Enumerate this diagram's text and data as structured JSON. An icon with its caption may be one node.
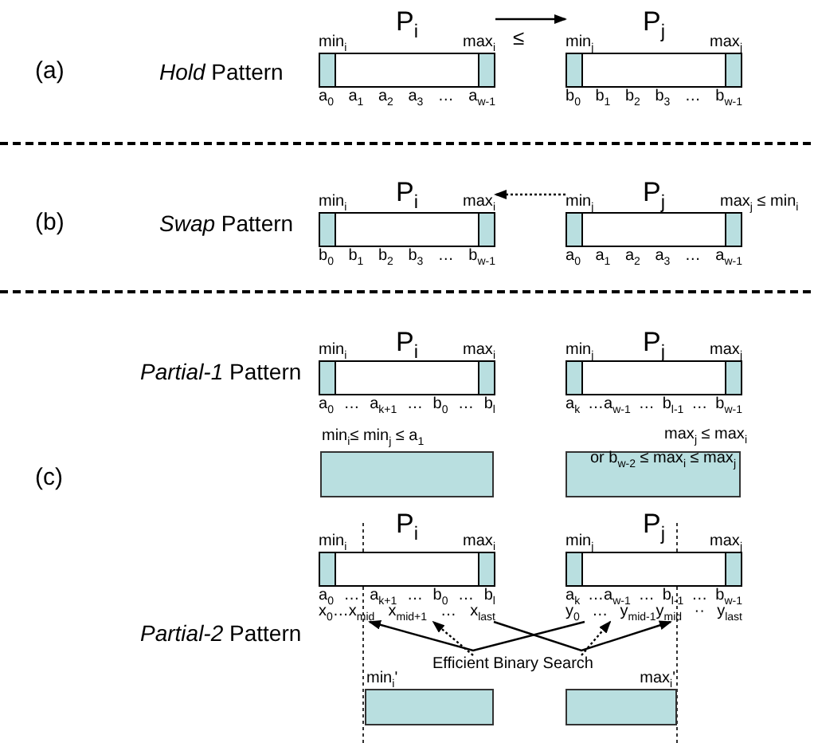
{
  "diagram": {
    "nodes": [
      {
        "text": [
          "P$_{i}$"
        ],
        "beside": [
          "min$_{i}$",
          "max$_{i}$",
          "a$_{0}$ a$_{1}$ a$_{2}$ a$_{3}$ … a$_{w-1}$"
        ]
      },
      {
        "text": [
          "P$_{j}$"
        ],
        "beside": [
          "min$_{j}$",
          "max$_{j}$",
          "b$_{0}$ b$_{1}$ b$_{2}$ b$_{3}$ … b$_{w-1}$"
        ]
      },
      {
        "text": [
          "P$_{i}$"
        ],
        "beside": [
          "min$_{i}$",
          "max$_{i}$",
          "b$_{0}$ b$_{1}$ b$_{2}$ b$_{3}$ … b$_{w-1}$"
        ]
      },
      {
        "text": [
          "P$_{j}$"
        ],
        "beside": [
          "min$_{j}$",
          "max$_{j}$ ≤ min$_{i}$",
          "a$_{0}$ a$_{1}$ a$_{2}$ a$_{3}$ … a$_{w-1}$"
        ]
      },
      {
        "text": [
          "P$_{i}$"
        ],
        "beside": [
          "min$_{i}$",
          "max$_{i}$",
          "a$_{0}$ … a$_{k+1}$ … b$_{0}$ … b$_{l}$"
        ]
      },
      {
        "text": [
          "P$_{j}$"
        ],
        "beside": [
          "min$_{j}$",
          "max$_{j}$",
          "a$_{k}$ …a$_{w-1}$ … b$_{l-1}$ … b$_{w-1}$"
        ]
      },
      {
        "text": [],
        "shape": "box",
        "beside": [
          "min$_{i}$≤ min$_{j}$ ≤ a$_{1}$"
        ]
      },
      {
        "text": [
          "or b$_{w-2}$ ≤ max$_{i}$ ≤ max$_{j}$"
        ],
        "beside": [
          "max$_{j}$ ≤ max$_{i}$"
        ]
      },
      {
        "text": [
          "P$_{i}$"
        ],
        "beside": [
          "min$_{i}$",
          "max$_{i}$",
          "a$_{0}$ … a$_{k+1}$ … b$_{0}$ … b$_{l}$",
          "x$_{0}$…x$_{mid}$ x$_{mid+1}$ … x$_{last}$"
        ]
      },
      {
        "text": [
          "P$_{j}$"
        ],
        "beside": [
          "min$_{j}$",
          "max$_{j}$",
          "a$_{k}$ …a$_{w-1}$ … b$_{l-1}$ … b$_{w-1}$",
          "y$_{0}$ … y$_{mid-1}$y$_{mid}$ ·· y$_{last}$"
        ]
      },
      {
        "text": [
          "Efficient Binary Search"
        ]
      },
      {
        "text": [],
        "shape": "box",
        "beside": [
          "min$_{i}$'"
        ]
      },
      {
        "text": [],
        "shape": "box",
        "beside": [
          "max$_{i}$'"
        ]
      }
    ],
    "edges": [
      {
        "from": 0,
        "to": 1,
        "arrow": "to"
      },
      {
        "from": 3,
        "to": 2,
        "arrow": "to",
        "style": "dashed"
      },
      {
        "from": 9,
        "to": 8,
        "arrow": "to"
      },
      {
        "from": 8,
        "to": 9,
        "arrow": "to"
      },
      {
        "from": 10,
        "to": 8,
        "arrow": "to",
        "style": "dashed"
      },
      {
        "from": 10,
        "to": 9,
        "arrow": "to",
        "style": "dashed"
      }
    ],
    "labels": [
      "(a)",
      "*Hold* Pattern",
      "≤",
      "(b)",
      "*Swap* Pattern",
      "(c)",
      "*Partial-1* Pattern",
      "*Partial-2* Pattern"
    ]
  }
}
